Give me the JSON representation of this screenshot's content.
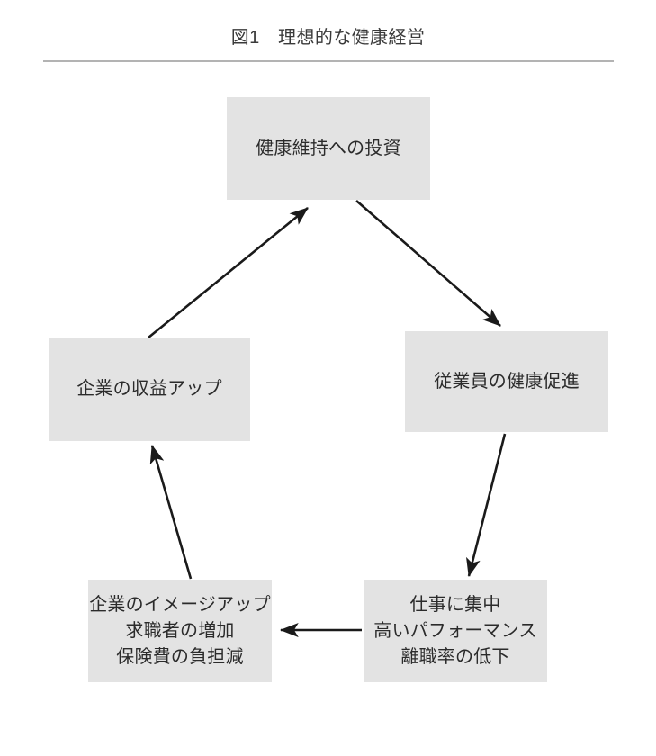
{
  "figure": {
    "title": "図1　理想的な健康経営",
    "box_fill_color": "#e3e3e3",
    "text_color": "#2b2b2b",
    "rule_color": "#b3b3b3",
    "arrow_color": "#1a1a1a",
    "nodes": [
      {
        "id": "investment",
        "lines": [
          "健康維持への投資"
        ]
      },
      {
        "id": "profit-up",
        "lines": [
          "企業の収益アップ"
        ]
      },
      {
        "id": "employee-health",
        "lines": [
          "従業員の健康促進"
        ]
      },
      {
        "id": "company-image",
        "lines": [
          "企業のイメージアップ",
          "求職者の増加",
          "保険費の負担減"
        ]
      },
      {
        "id": "work-performance",
        "lines": [
          "仕事に集中",
          "高いパフォーマンス",
          "離職率の低下"
        ]
      }
    ],
    "arrows": [
      {
        "id": "investment-to-employee-health",
        "from": "investment",
        "to": "employee-health",
        "direction": "down-right"
      },
      {
        "id": "employee-health-to-work-performance",
        "from": "employee-health",
        "to": "work-performance",
        "direction": "down"
      },
      {
        "id": "work-performance-to-company-image",
        "from": "work-performance",
        "to": "company-image",
        "direction": "left"
      },
      {
        "id": "company-image-to-profit-up",
        "from": "company-image",
        "to": "profit-up",
        "direction": "up"
      },
      {
        "id": "profit-up-to-investment",
        "from": "profit-up",
        "to": "investment",
        "direction": "up-right"
      }
    ]
  }
}
